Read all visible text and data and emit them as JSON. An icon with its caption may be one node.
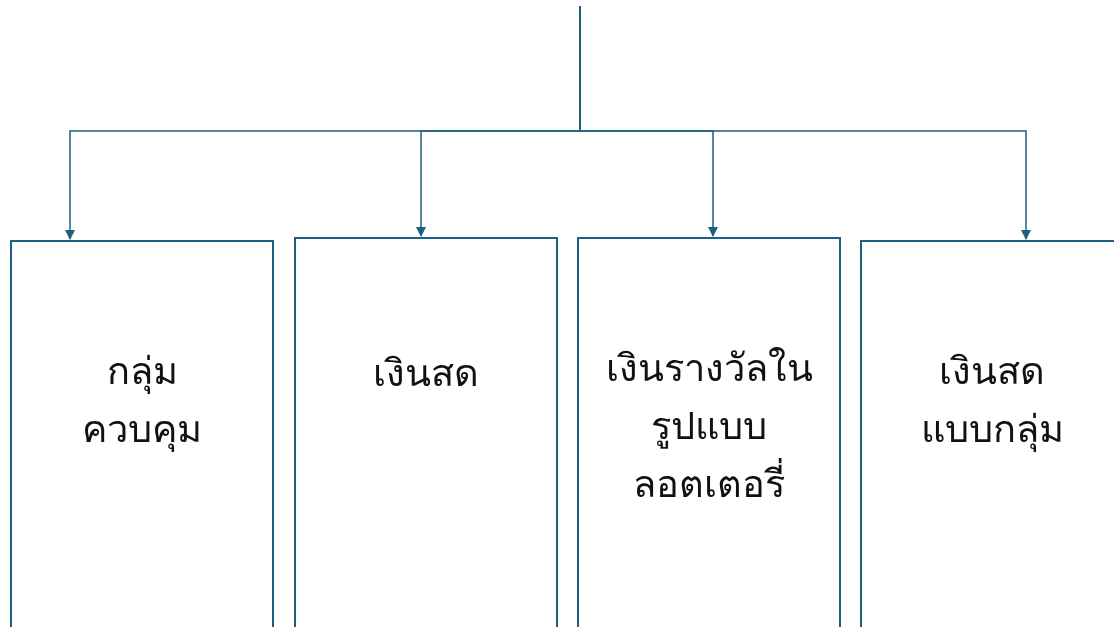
{
  "diagram": {
    "nodes": [
      {
        "text": [
          "กลุ่ม ควบคุม"
        ]
      },
      {
        "text": [
          "เงินสด"
        ]
      },
      {
        "text": [
          "เงินรางวัลใน รูปแบบ ลอตเตอรี่"
        ]
      },
      {
        "text": [
          "เงินสด แบบกลุ่ม"
        ]
      }
    ],
    "edges": [
      {
        "from": null,
        "to": 0,
        "arrow": "to"
      },
      {
        "from": null,
        "to": 1,
        "arrow": "to"
      },
      {
        "from": null,
        "to": 2,
        "arrow": "to"
      },
      {
        "from": null,
        "to": 3,
        "arrow": "to"
      }
    ]
  }
}
